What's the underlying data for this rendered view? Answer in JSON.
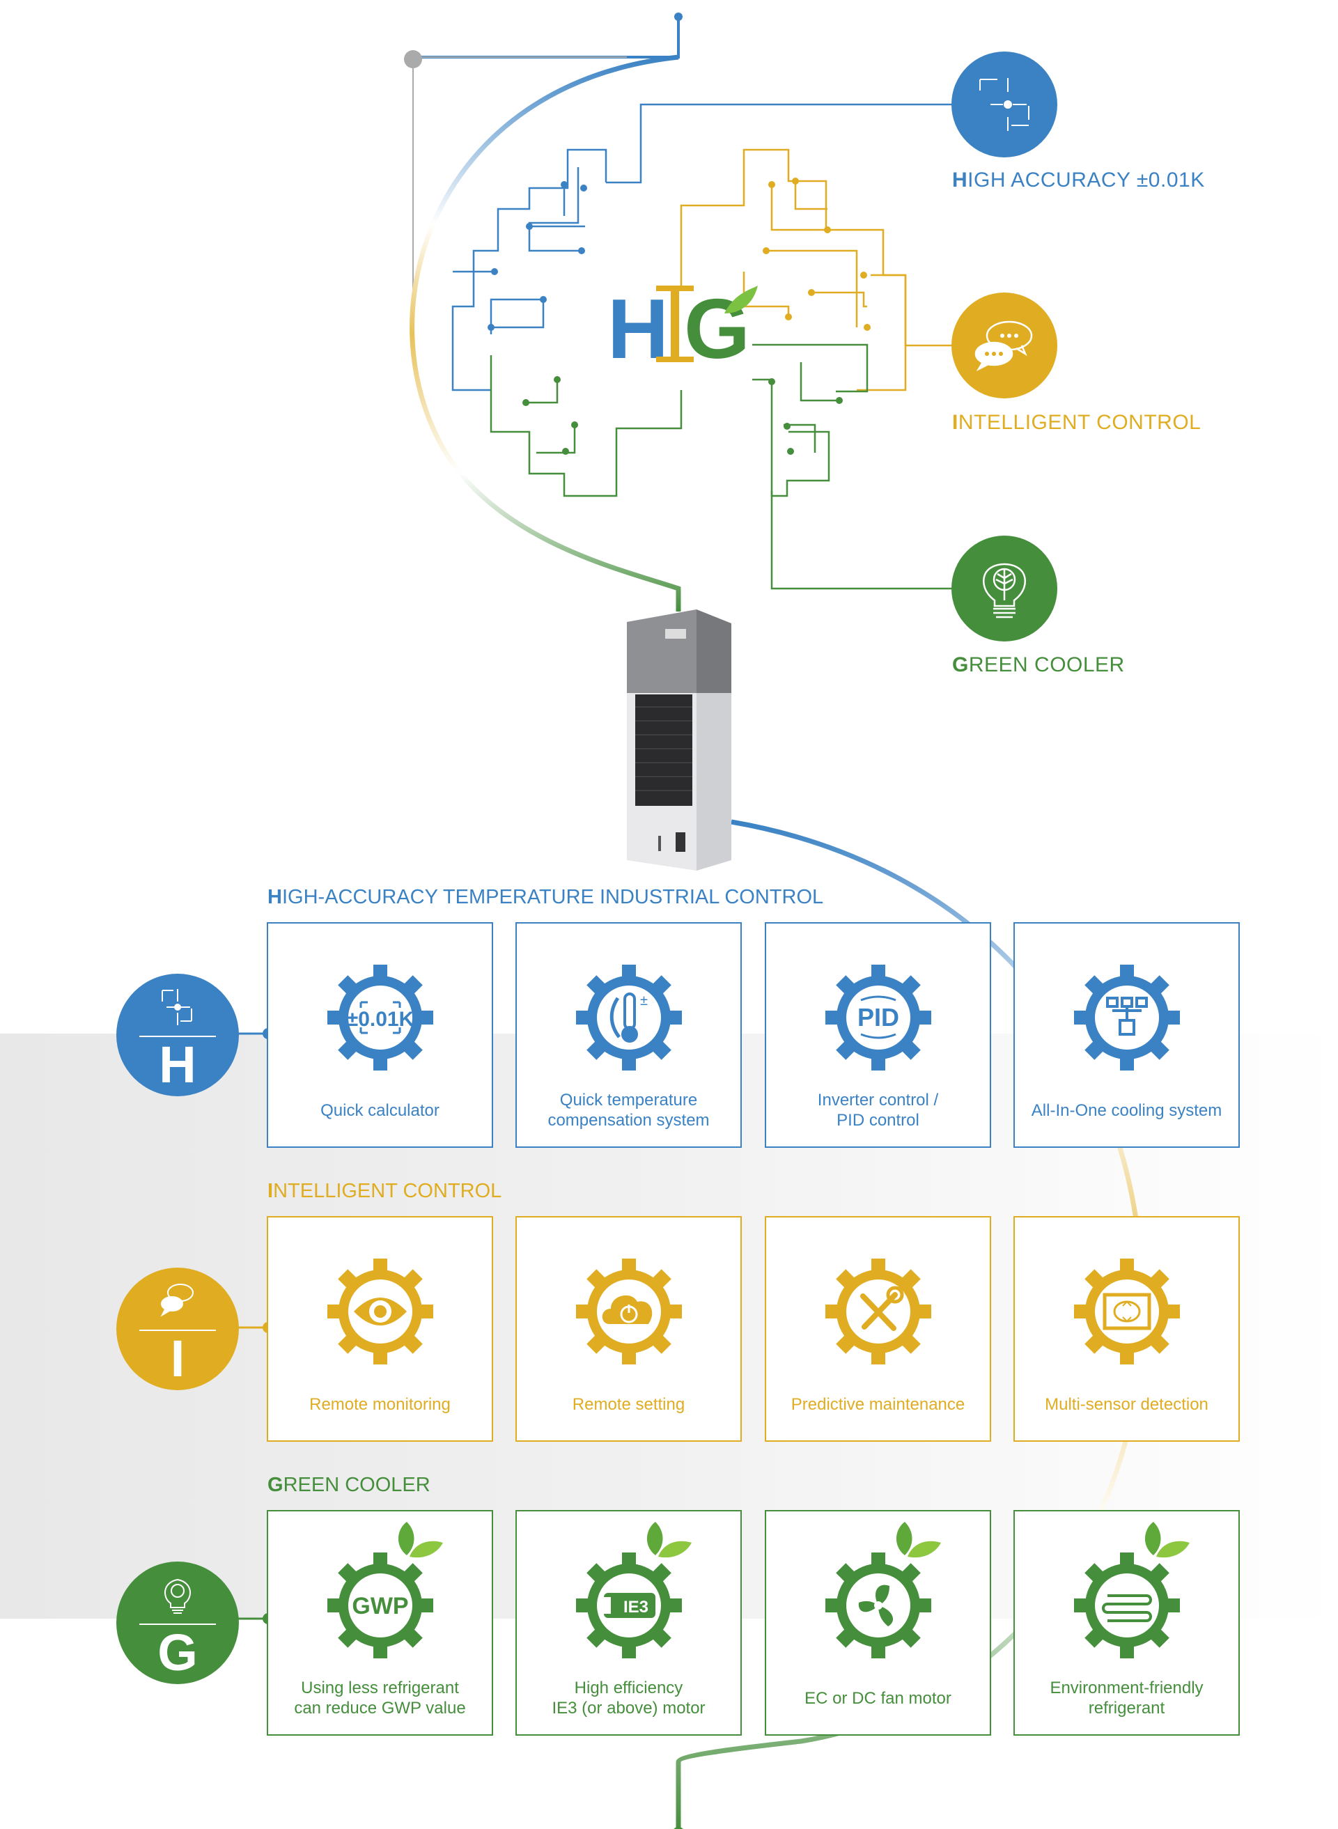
{
  "colors": {
    "blue": "#3a82c4",
    "yellow": "#e0ad22",
    "green": "#458e3c",
    "leaf": "#7cc242",
    "gray": "#9a9a9a"
  },
  "logo": {
    "letters": "HIG"
  },
  "features": [
    {
      "key": "h",
      "first": "H",
      "rest": "IGH ACCURACY ±0.01K",
      "icon": "crosshair-icon"
    },
    {
      "key": "i",
      "first": "I",
      "rest": "NTELLIGENT CONTROL",
      "icon": "chat-bubbles-icon"
    },
    {
      "key": "g",
      "first": "G",
      "rest": "REEN COOLER",
      "icon": "leaf-bulb-icon"
    }
  ],
  "sections": [
    {
      "key": "h",
      "letter": "H",
      "first": "H",
      "rest": "IGH-ACCURACY TEMPERATURE INDUSTRIAL CONTROL",
      "color": "#3a82c4",
      "cards": [
        {
          "lines": [
            "Quick calculator"
          ],
          "icon": "calculator-gear-icon",
          "icon_text": "±0.01K"
        },
        {
          "lines": [
            "Quick temperature",
            "compensation system"
          ],
          "icon": "thermometer-gear-icon",
          "icon_text": "±"
        },
        {
          "lines": [
            "Inverter control /",
            "PID control"
          ],
          "icon": "pid-gear-icon",
          "icon_text": "PID"
        },
        {
          "lines": [
            "All-In-One cooling system"
          ],
          "icon": "network-gear-icon",
          "icon_text": ""
        }
      ]
    },
    {
      "key": "i",
      "letter": "I",
      "first": "I",
      "rest": "NTELLIGENT CONTROL",
      "color": "#e0ad22",
      "cards": [
        {
          "lines": [
            "Remote monitoring"
          ],
          "icon": "eye-gear-icon",
          "icon_text": ""
        },
        {
          "lines": [
            "Remote setting"
          ],
          "icon": "cloud-power-gear-icon",
          "icon_text": ""
        },
        {
          "lines": [
            "Predictive maintenance"
          ],
          "icon": "tools-gear-icon",
          "icon_text": ""
        },
        {
          "lines": [
            "Multi-sensor detection"
          ],
          "icon": "sensor-screen-gear-icon",
          "icon_text": ""
        }
      ]
    },
    {
      "key": "g",
      "letter": "G",
      "first": "G",
      "rest": "REEN COOLER",
      "color": "#458e3c",
      "cards": [
        {
          "lines": [
            "Using less refrigerant",
            "can reduce GWP value"
          ],
          "icon": "gwp-gear-icon",
          "icon_text": "GWP"
        },
        {
          "lines": [
            "High efficiency",
            "IE3 (or above) motor"
          ],
          "icon": "ie3-motor-gear-icon",
          "icon_text": "IE3"
        },
        {
          "lines": [
            "EC or DC fan motor"
          ],
          "icon": "fan-gear-icon",
          "icon_text": ""
        },
        {
          "lines": [
            "Environment-friendly",
            "refrigerant"
          ],
          "icon": "refrigerant-coil-gear-icon",
          "icon_text": ""
        }
      ]
    }
  ]
}
